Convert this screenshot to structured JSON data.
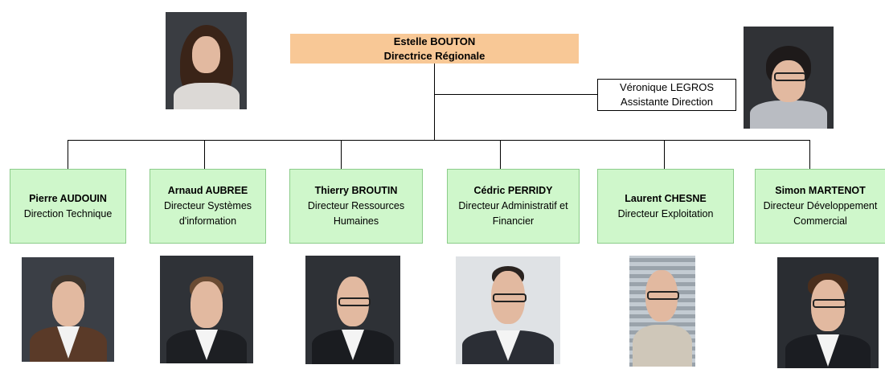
{
  "chart_data": {
    "type": "org-chart",
    "root": {
      "name": "Estelle BOUTON",
      "role": "Directrice Régionale"
    },
    "assistant": {
      "name": "Véronique LEGROS",
      "role": "Assistante Direction"
    },
    "directors": [
      {
        "name": "Pierre AUDOUIN",
        "role": "Direction Technique"
      },
      {
        "name": "Arnaud AUBREE",
        "role": "Directeur Systèmes\nd'information"
      },
      {
        "name": "Thierry BROUTIN",
        "role": "Directeur Ressources\nHumaines"
      },
      {
        "name": "Cédric PERRIDY",
        "role": "Directeur Administratif et\nFinancier"
      },
      {
        "name": "Laurent CHESNE",
        "role": "Directeur Exploitation"
      },
      {
        "name": "Simon MARTENOT",
        "role": "Directeur Développement\nCommercial"
      }
    ]
  },
  "colors": {
    "root_box": "#f8c896",
    "director_box": "#cff7cb",
    "connector": "#000000"
  }
}
